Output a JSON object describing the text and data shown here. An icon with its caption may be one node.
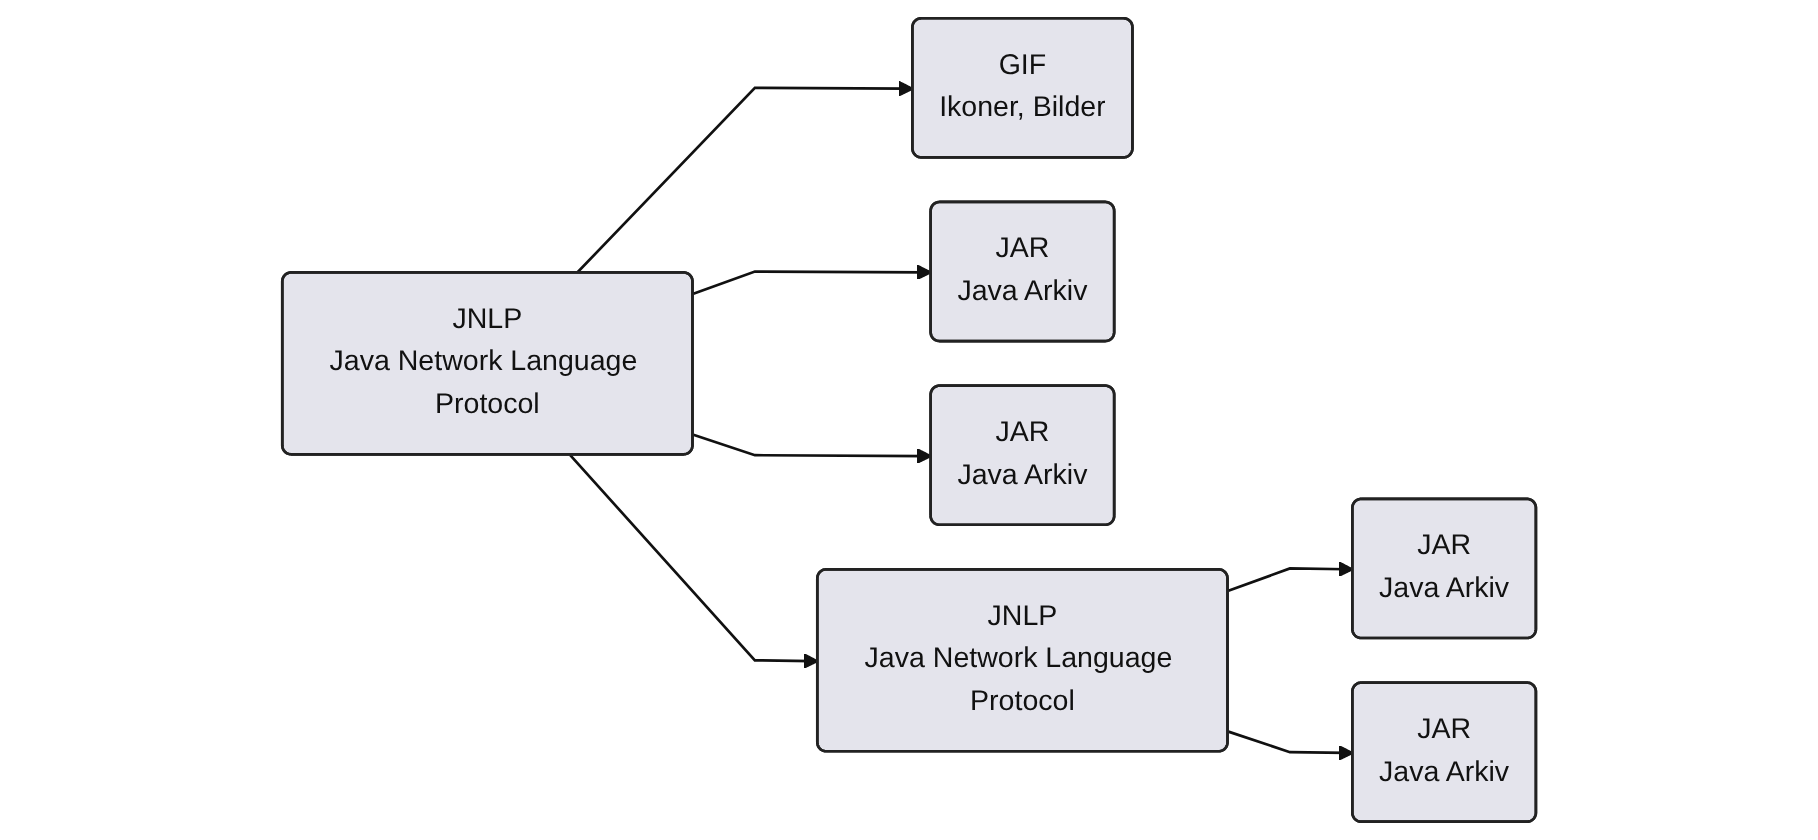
{
  "diagram": {
    "nodes": [
      {
        "text": [
          "JNLP",
          "Java Network Language Protocol"
        ]
      },
      {
        "text": [
          "GIF",
          "Ikoner, Bilder"
        ]
      },
      {
        "text": [
          "JAR",
          "Java Arkiv"
        ]
      },
      {
        "text": [
          "JAR",
          "Java Arkiv"
        ]
      },
      {
        "text": [
          "JNLP",
          "Java Network Language Protocol"
        ]
      },
      {
        "text": [
          "JAR",
          "Java Arkiv"
        ]
      },
      {
        "text": [
          "JAR",
          "Java Arkiv"
        ]
      }
    ],
    "edges": [
      {
        "from": 0,
        "to": 1,
        "arrow": "to"
      },
      {
        "from": 0,
        "to": 2,
        "arrow": "to"
      },
      {
        "from": 0,
        "to": 3,
        "arrow": "to"
      },
      {
        "from": 0,
        "to": 4,
        "arrow": "to"
      },
      {
        "from": 4,
        "to": 5,
        "arrow": "to"
      },
      {
        "from": 4,
        "to": 6,
        "arrow": "to"
      }
    ]
  }
}
